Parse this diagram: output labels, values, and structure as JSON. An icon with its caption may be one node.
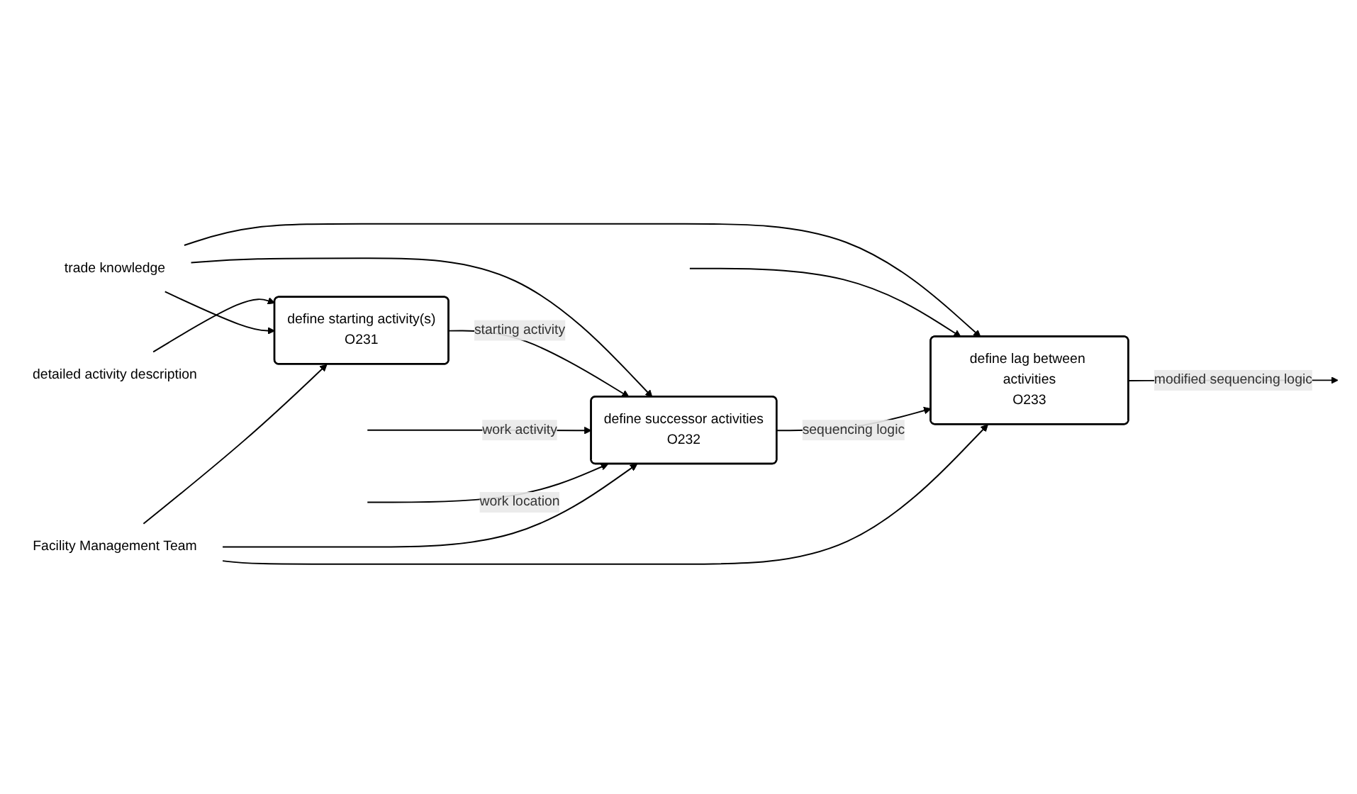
{
  "diagram": {
    "nodes": [
      {
        "text": [
          "detailed activity description"
        ]
      },
      {
        "text": [
          "trade knowledge"
        ]
      },
      {
        "text": [
          "define starting activity(s)",
          "O231"
        ]
      },
      {
        "text": [
          "define successor activities",
          "O232"
        ]
      },
      {
        "text": [
          "define lag between activities",
          "O233"
        ]
      },
      {
        "text": [
          "Facility Management Team"
        ]
      }
    ],
    "edges": [
      {
        "from": 0,
        "to": 2,
        "arrow": "to"
      },
      {
        "from": 1,
        "to": 2,
        "arrow": "to"
      },
      {
        "from": 1,
        "to": 3,
        "arrow": "to"
      },
      {
        "from": 1,
        "to": 4,
        "arrow": "to"
      },
      {
        "from": 2,
        "to": 3,
        "label": "starting activity",
        "arrow": "to"
      },
      {
        "from": null,
        "to": 3,
        "label": "work activity",
        "arrow": "to"
      },
      {
        "from": null,
        "to": 3,
        "label": "work location",
        "arrow": "to"
      },
      {
        "from": null,
        "to": 4,
        "arrow": "to"
      },
      {
        "from": 3,
        "to": 4,
        "label": "sequencing logic",
        "arrow": "to"
      },
      {
        "from": 4,
        "to": null,
        "label": "modified sequencing logic",
        "arrow": "to"
      },
      {
        "from": 5,
        "to": 2,
        "arrow": "to"
      },
      {
        "from": 5,
        "to": 3,
        "arrow": "to"
      },
      {
        "from": 5,
        "to": 4,
        "arrow": "to"
      }
    ]
  }
}
